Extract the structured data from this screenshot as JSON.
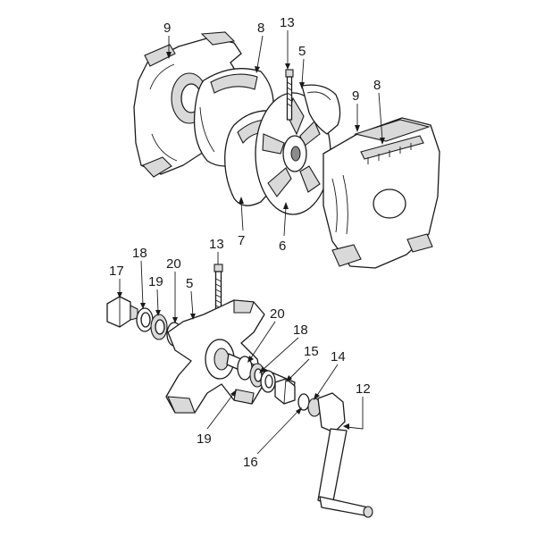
{
  "callouts": {
    "c9a": "9",
    "c8a": "8",
    "c13a": "13",
    "c5a": "5",
    "c9b": "9",
    "c8b": "8",
    "c7": "7",
    "c6": "6",
    "c13b": "13",
    "c17": "17",
    "c18a": "18",
    "c19a": "19",
    "c20a": "20",
    "c5b": "5",
    "c20b": "20",
    "c18b": "18",
    "c15": "15",
    "c14": "14",
    "c12": "12",
    "c19b": "19",
    "c16": "16"
  }
}
